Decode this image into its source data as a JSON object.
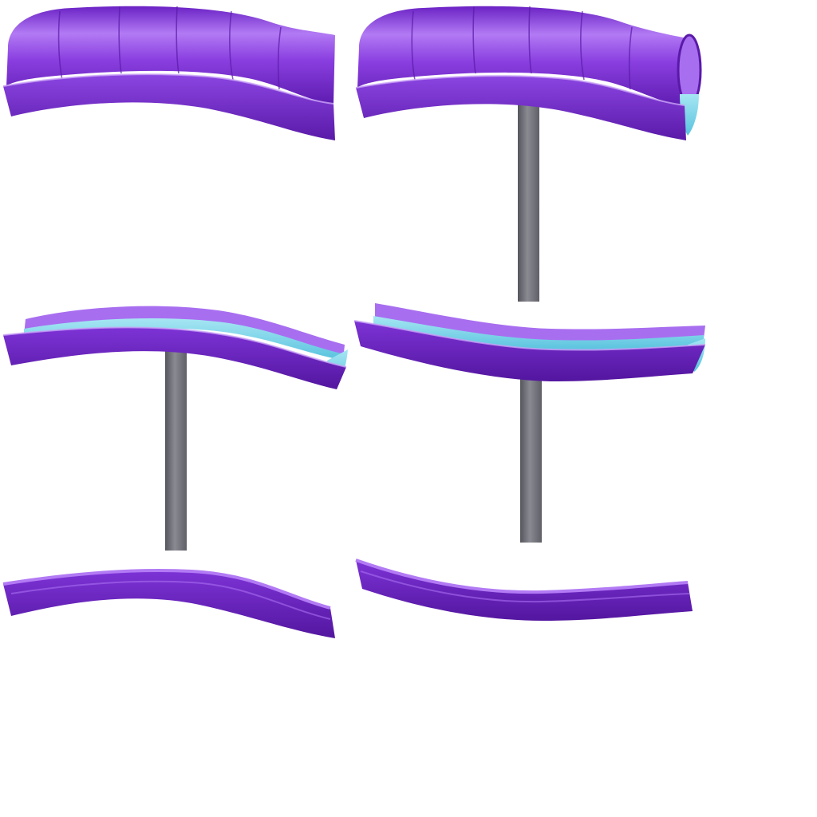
{
  "sprite_sheet": {
    "background": "#ffffff",
    "palette": {
      "purple_base": "#7b2fd1",
      "purple_dark": "#5a1aa8",
      "purple_deep": "#4a128c",
      "purple_light": "#a86ef0",
      "purple_highlight": "#c9a2f7",
      "water": "#6fd0e8",
      "water_light": "#a6e6f3",
      "pole": "#6f6f78",
      "pole_dark": "#55555d",
      "pole_light": "#8a8a93"
    },
    "sprites": [
      {
        "name": "tube-slide-segment",
        "kind": "tube",
        "support_pole": false,
        "water": false,
        "open_end": false
      },
      {
        "name": "tube-slide-segment-with-pole",
        "kind": "tube",
        "support_pole": true,
        "water": true,
        "open_end": true
      },
      {
        "name": "open-slide-channel-with-pole",
        "kind": "open-channel",
        "support_pole": true,
        "water": true,
        "open_end": false
      },
      {
        "name": "open-slide-channel-with-pole-alt",
        "kind": "open-channel",
        "support_pole": true,
        "water": true,
        "open_end": false
      },
      {
        "name": "slide-rail-strip",
        "kind": "strip",
        "support_pole": false,
        "water": false,
        "open_end": false
      },
      {
        "name": "slide-rail-strip-alt",
        "kind": "strip",
        "support_pole": false,
        "water": false,
        "open_end": false
      }
    ]
  }
}
